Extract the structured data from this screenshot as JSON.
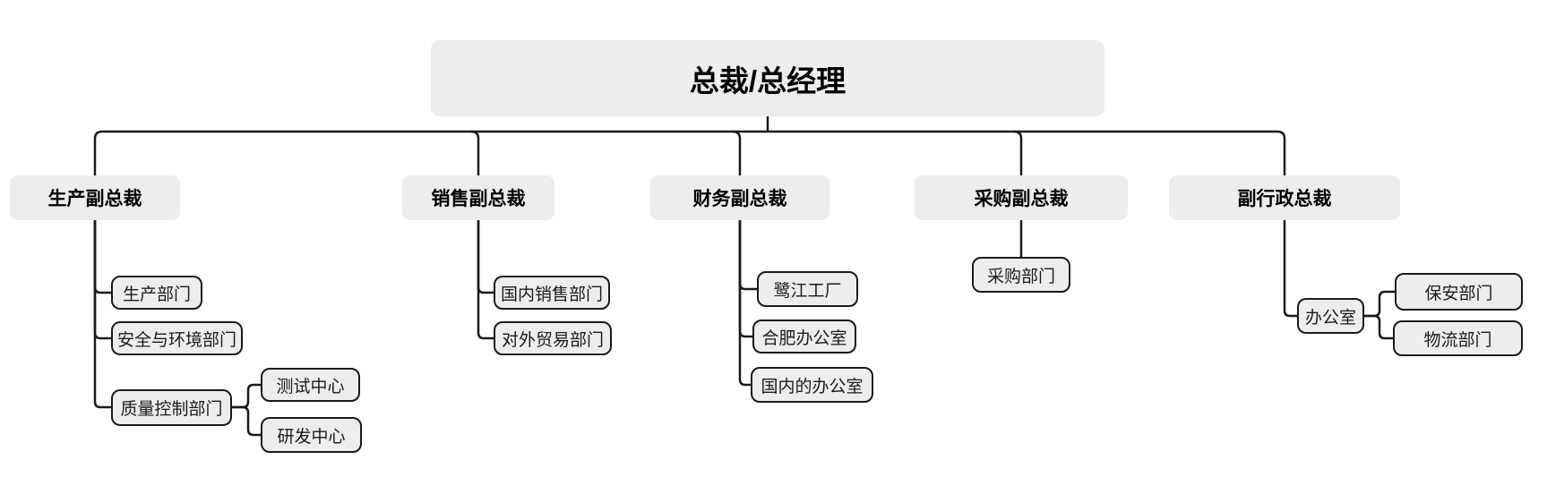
{
  "colors": {
    "line": "#1a1a1a",
    "node_fill": "#ededed",
    "node_border": "#1a1a1a",
    "text": "#000000"
  },
  "diagram_type": "org-chart",
  "org": {
    "root": {
      "label": "总裁/总经理",
      "children": [
        {
          "label": "生产副总裁",
          "children": [
            {
              "label": "生产部门"
            },
            {
              "label": "安全与环境部门"
            },
            {
              "label": "质量控制部门",
              "children": [
                {
                  "label": "测试中心"
                },
                {
                  "label": "研发中心"
                }
              ]
            }
          ]
        },
        {
          "label": "销售副总裁",
          "children": [
            {
              "label": "国内销售部门"
            },
            {
              "label": "对外贸易部门"
            }
          ]
        },
        {
          "label": "财务副总裁",
          "children": [
            {
              "label": "鹭江工厂"
            },
            {
              "label": "合肥办公室"
            },
            {
              "label": "国内的办公室"
            }
          ]
        },
        {
          "label": "采购副总裁",
          "children": [
            {
              "label": "采购部门"
            }
          ]
        },
        {
          "label": "副行政总裁",
          "children": [
            {
              "label": "办公室",
              "children": [
                {
                  "label": "保安部门"
                },
                {
                  "label": "物流部门"
                }
              ]
            }
          ]
        }
      ]
    }
  }
}
